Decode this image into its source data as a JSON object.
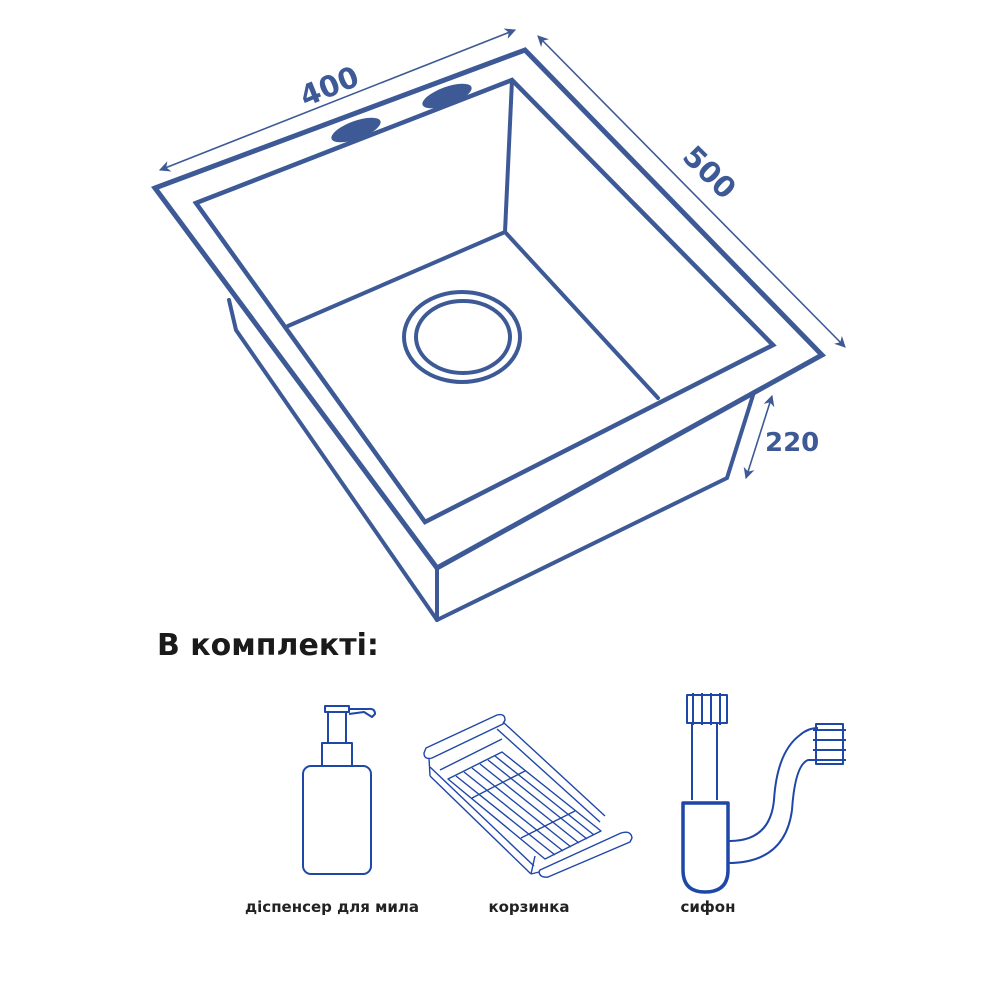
{
  "colors": {
    "line": "#3d5a96",
    "accessory_line": "#1f47a8",
    "text": "#1a1a1a",
    "background": "#ffffff"
  },
  "dimensions": {
    "width": "400",
    "length": "500",
    "depth": "220"
  },
  "included": {
    "heading": "В комплекті:",
    "items": [
      {
        "icon": "soap-dispenser-icon",
        "label": "діспенсер для мила"
      },
      {
        "icon": "basket-icon",
        "label": "корзинка"
      },
      {
        "icon": "siphon-icon",
        "label": "сифон"
      }
    ]
  }
}
